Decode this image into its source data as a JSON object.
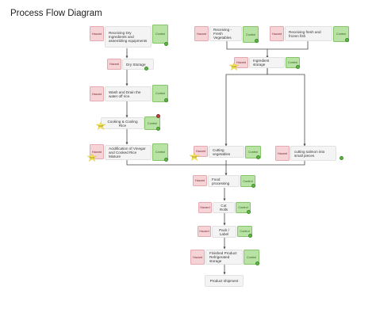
{
  "title": "Process Flow Diagram",
  "labels": {
    "hazard": "Hazard",
    "control": "Control",
    "ccp": "CCP"
  },
  "nodes": {
    "receiving_dry": "Receiving Dry Ingredients and assembling equipments",
    "dry_storage": "Dry Storage",
    "wash_drain": "Wash and Drain the water off rice.",
    "cooking_cooling": "Cooking & Cooling Rice",
    "acidification": "Acidification of Vinegar and Cooked Rice Mixture",
    "receiving_vegetables": "Receiving - Fresh Vegetables",
    "receiving_fish": "Receiving fresh and frozen fish",
    "ingredient_storage": "Ingredient storage",
    "cutting_vegetables": "Cutting vegetables",
    "cutting_salmon": "cutting salmon into small pieces",
    "food_processing": "Food processing",
    "cut_rolls": "Cut Rolls",
    "pack_label": "Pack / Label",
    "finished_product": "Finished Product Refrigerated storage",
    "product_shipment": "Product shipment"
  },
  "colors": {
    "hazard_fill": "#f6d3d6",
    "control_fill": "#b9e3a4",
    "node_fill": "#f4f4f4",
    "status_ok": "#5fb845",
    "status_alert": "#b84545",
    "ccp_star": "#f3e45a",
    "connector": "#4a4a4a"
  }
}
